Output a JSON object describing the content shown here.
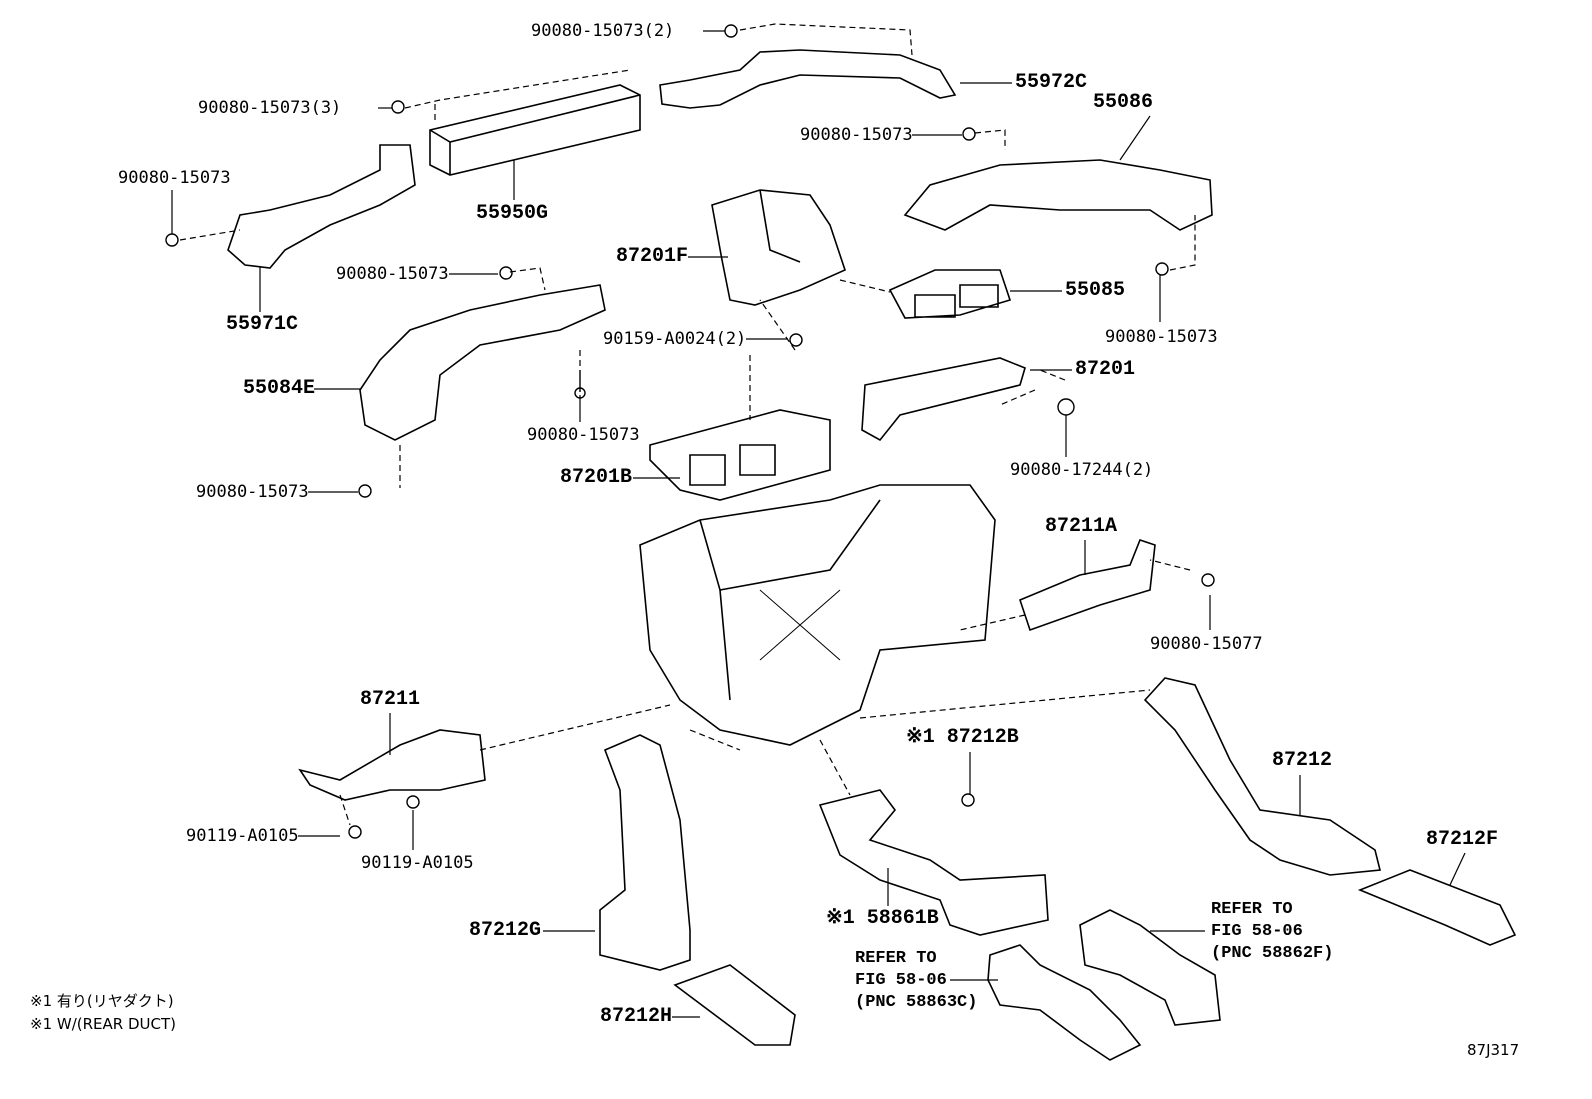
{
  "diagram": {
    "callouts": [
      {
        "id": "c1",
        "text": "90080-15073(2)",
        "style": "small"
      },
      {
        "id": "c2",
        "text": "90080-15073(3)",
        "style": "small"
      },
      {
        "id": "c3",
        "text": "55972C",
        "style": "big"
      },
      {
        "id": "c4",
        "text": "55086",
        "style": "big"
      },
      {
        "id": "c5",
        "text": "90080-15073",
        "style": "small"
      },
      {
        "id": "c6",
        "text": "90080-15073",
        "style": "small"
      },
      {
        "id": "c7",
        "text": "55950G",
        "style": "big"
      },
      {
        "id": "c8",
        "text": "87201F",
        "style": "big"
      },
      {
        "id": "c9",
        "text": "90080-15073",
        "style": "small"
      },
      {
        "id": "c10",
        "text": "55085",
        "style": "big"
      },
      {
        "id": "c11",
        "text": "55971C",
        "style": "big"
      },
      {
        "id": "c12",
        "text": "90159-A0024(2)",
        "style": "small"
      },
      {
        "id": "c13",
        "text": "90080-15073",
        "style": "small"
      },
      {
        "id": "c14",
        "text": "87201",
        "style": "big"
      },
      {
        "id": "c15",
        "text": "55084E",
        "style": "big"
      },
      {
        "id": "c16",
        "text": "90080-15073",
        "style": "small"
      },
      {
        "id": "c17",
        "text": "90080-17244(2)",
        "style": "small"
      },
      {
        "id": "c18",
        "text": "87201B",
        "style": "big"
      },
      {
        "id": "c19",
        "text": "90080-15073",
        "style": "small"
      },
      {
        "id": "c20",
        "text": "87211A",
        "style": "big"
      },
      {
        "id": "c21",
        "text": "90080-15077",
        "style": "small"
      },
      {
        "id": "c22",
        "text": "87211",
        "style": "big"
      },
      {
        "id": "c23",
        "text": "※1 87212B",
        "style": "big"
      },
      {
        "id": "c24",
        "text": "87212",
        "style": "big"
      },
      {
        "id": "c25",
        "text": "87212F",
        "style": "big"
      },
      {
        "id": "c26",
        "text": "90119-A0105",
        "style": "small"
      },
      {
        "id": "c27",
        "text": "90119-A0105",
        "style": "small"
      },
      {
        "id": "c28",
        "text": "※1 58861B",
        "style": "big"
      },
      {
        "id": "c29",
        "text": "87212G",
        "style": "big"
      },
      {
        "id": "c30",
        "text": "87212H",
        "style": "big"
      }
    ],
    "references": [
      {
        "line1": "REFER TO",
        "line2": "FIG 58-06",
        "line3": "(PNC 58862F)"
      },
      {
        "line1": "REFER TO",
        "line2": "FIG 58-06",
        "line3": "(PNC 58863C)"
      }
    ],
    "notes": [
      "※1 有り(リヤダクト)",
      "※1 W/(REAR DUCT)"
    ],
    "figure_code": "87J317"
  }
}
